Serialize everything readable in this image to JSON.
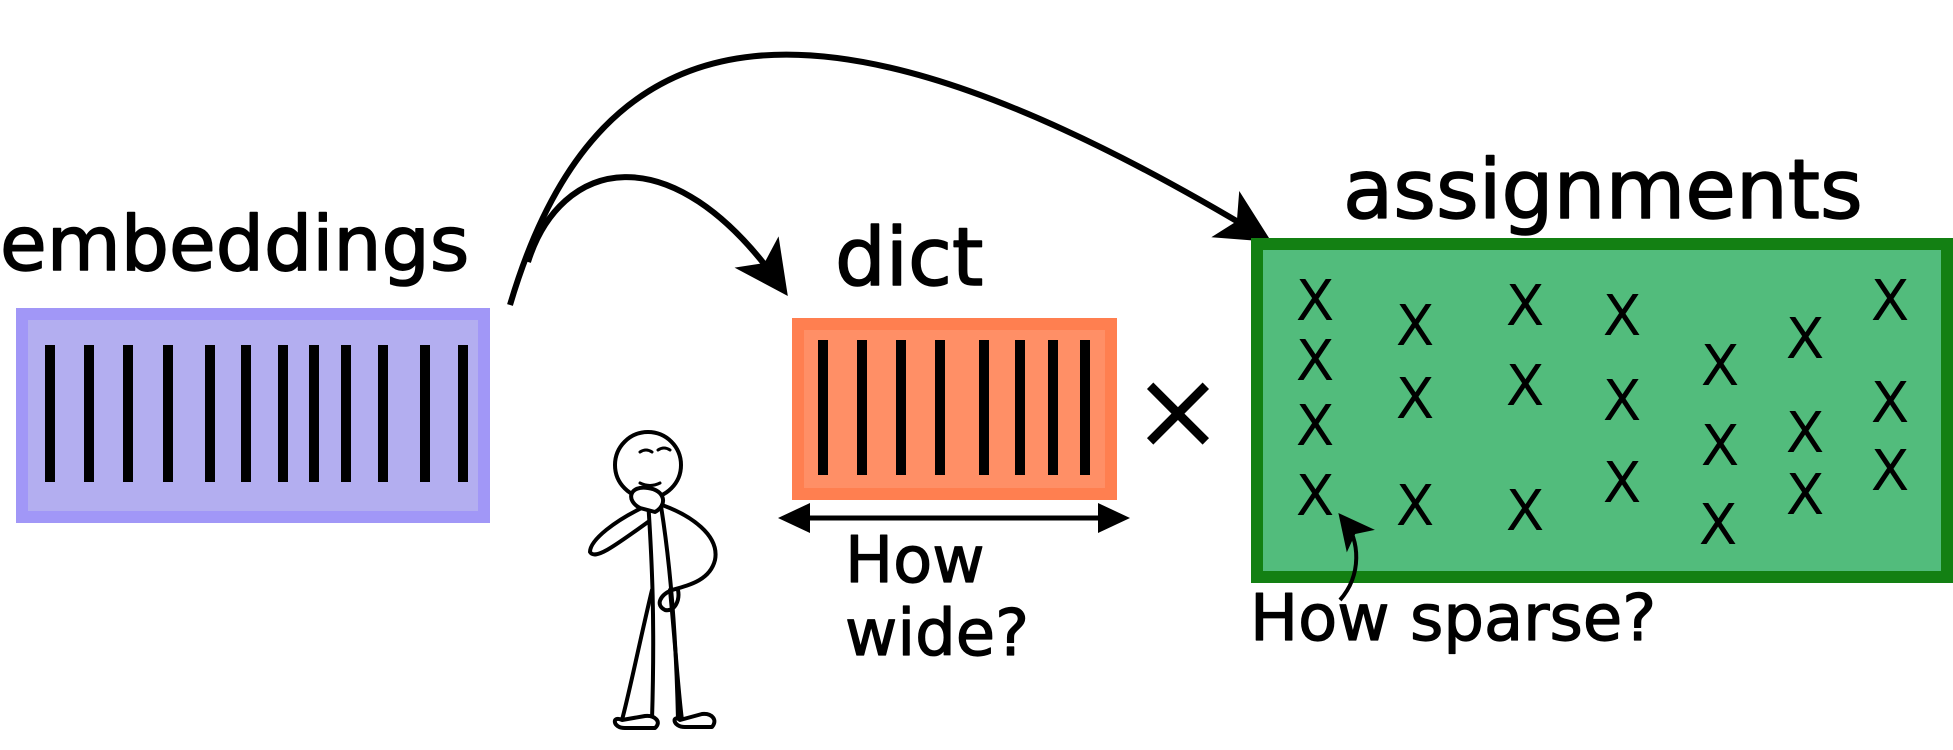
{
  "labels": {
    "embeddings": "embeddings",
    "dict": "dict",
    "assignments": "assignments",
    "how_wide": [
      "How",
      "wide?"
    ],
    "how_sparse": "How sparse?",
    "times": "×",
    "mark": "X"
  },
  "colors": {
    "embeddings_fill": "#b3aef0",
    "embeddings_border": "#a197f7",
    "dict_fill": "#ff8f66",
    "dict_border": "#ff7f50",
    "assignments_fill": "#52bc7c",
    "assignments_border": "#138013",
    "ink": "#000000"
  }
}
